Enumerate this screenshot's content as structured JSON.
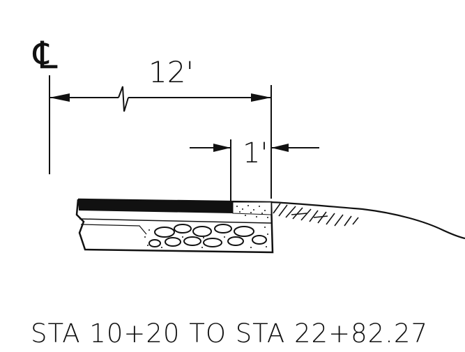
{
  "centerline_symbol": "℄",
  "dimension_main": "12'",
  "dimension_offset": "1'",
  "station_range": "STA 10+20 TO STA 22+82.27",
  "colors": {
    "ink": "#111111",
    "paper": "#ffffff"
  }
}
